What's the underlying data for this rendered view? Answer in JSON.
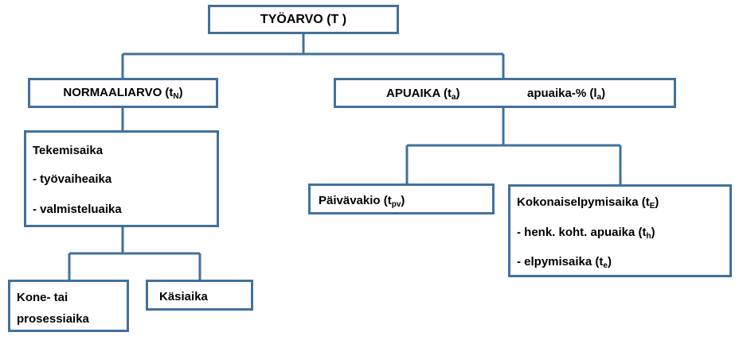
{
  "colors": {
    "border": "#41719C",
    "line": "#41719C",
    "text": "#000000"
  },
  "root": {
    "label": "TYÖARVO (T )"
  },
  "normal": {
    "label": "NORMAALIARVO (t",
    "sub": "N",
    "close": ")"
  },
  "aux": {
    "label": "APUAIKA (t",
    "sub": "a",
    "close": ")",
    "pct_label": "apuaika-% (l",
    "pct_sub": "a",
    "pct_close": ")"
  },
  "work": {
    "title": "Tekemisaika",
    "item1": "- työvaiheaika",
    "item2": "- valmisteluaika"
  },
  "machine": {
    "line1": "Kone- tai",
    "line2": "prosessiaika"
  },
  "hand": {
    "label": "Käsiaika"
  },
  "daily": {
    "label": "Päivävakio (t",
    "sub": "pv",
    "close": ")"
  },
  "recovery": {
    "title": "Kokonaiselpymisaika (t",
    "title_sub": "E",
    "title_close": ")",
    "item1": "- henk. koht. apuaika (t",
    "item1_sub": "h",
    "item1_close": ")",
    "item2": "- elpymisaika (t",
    "item2_sub": "e",
    "item2_close": ")"
  }
}
